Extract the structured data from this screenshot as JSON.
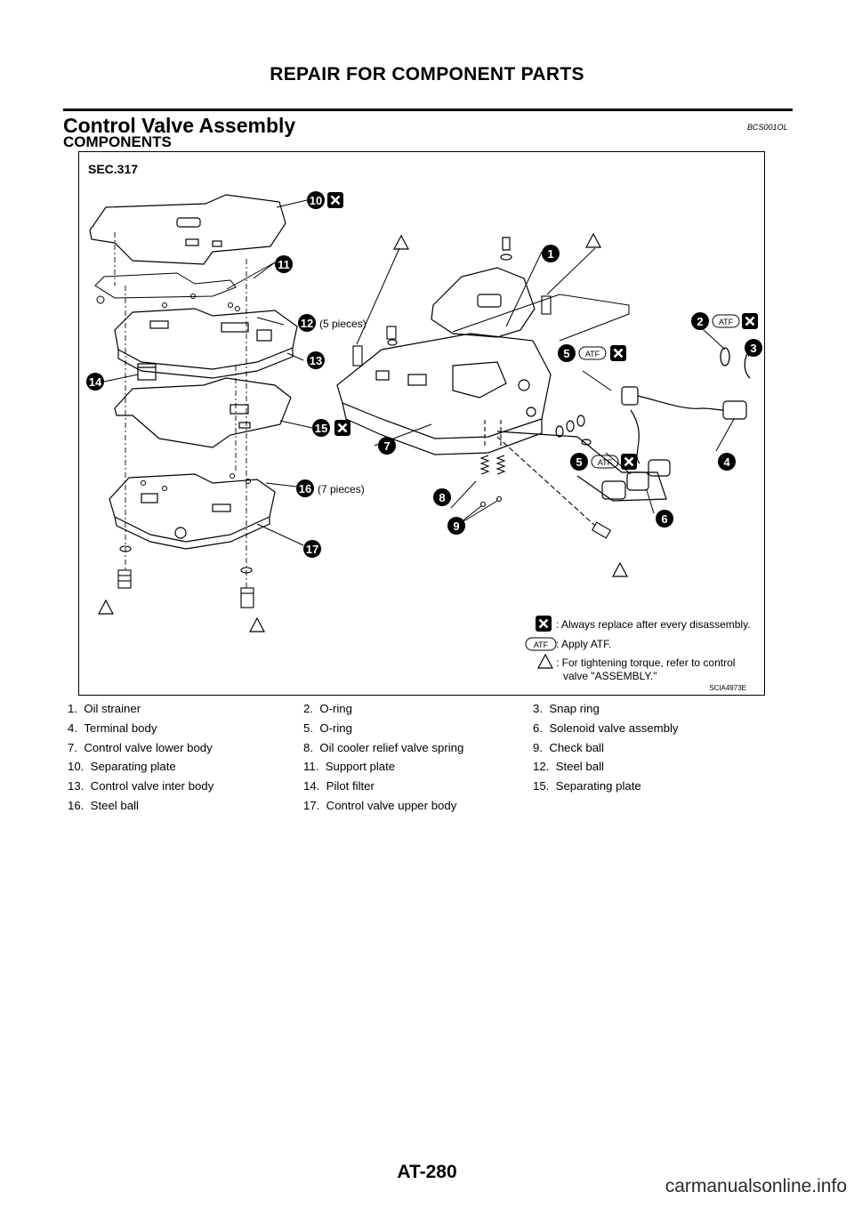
{
  "header": {
    "title": "REPAIR FOR COMPONENT PARTS"
  },
  "section": {
    "title": "Control Valve Assembly",
    "code": "BCS001OL",
    "subtitle": "COMPONENTS"
  },
  "figure": {
    "sec_label": "SEC.317",
    "fig_code": "SCIA4973E",
    "note_5_pieces": "(5 pieces)",
    "note_7_pieces": "(7  pieces)",
    "atf_badge": "ATF",
    "callouts": [
      "1",
      "2",
      "3",
      "4",
      "5",
      "6",
      "7",
      "8",
      "9",
      "10",
      "11",
      "12",
      "13",
      "14",
      "15",
      "16",
      "17"
    ],
    "legend": {
      "replace": ": Always replace after every disassembly.",
      "apply": ": Apply ATF.",
      "torque_line1": ": For tightening torque, refer to control",
      "torque_line2": "valve \"ASSEMBLY.\""
    },
    "icons": {
      "replace": "x-square-icon",
      "torque": "triangle-icon"
    }
  },
  "parts": [
    [
      "1.",
      "Oil strainer",
      "2.",
      "O-ring",
      "3.",
      "Snap ring"
    ],
    [
      "4.",
      "Terminal body",
      "5.",
      "O-ring",
      "6.",
      "Solenoid valve assembly"
    ],
    [
      "7.",
      "Control valve lower body",
      "8.",
      "Oil cooler relief valve spring",
      "9.",
      "Check ball"
    ],
    [
      "10.",
      "Separating plate",
      "11.",
      "Support plate",
      "12.",
      "Steel ball"
    ],
    [
      "13.",
      "Control valve inter body",
      "14.",
      "Pilot filter",
      "15.",
      "Separating plate"
    ],
    [
      "16.",
      "Steel ball",
      "17.",
      "Control valve upper body",
      "",
      ""
    ]
  ],
  "footer": {
    "page": "AT-280",
    "watermark": "carmanualsonline.info"
  }
}
